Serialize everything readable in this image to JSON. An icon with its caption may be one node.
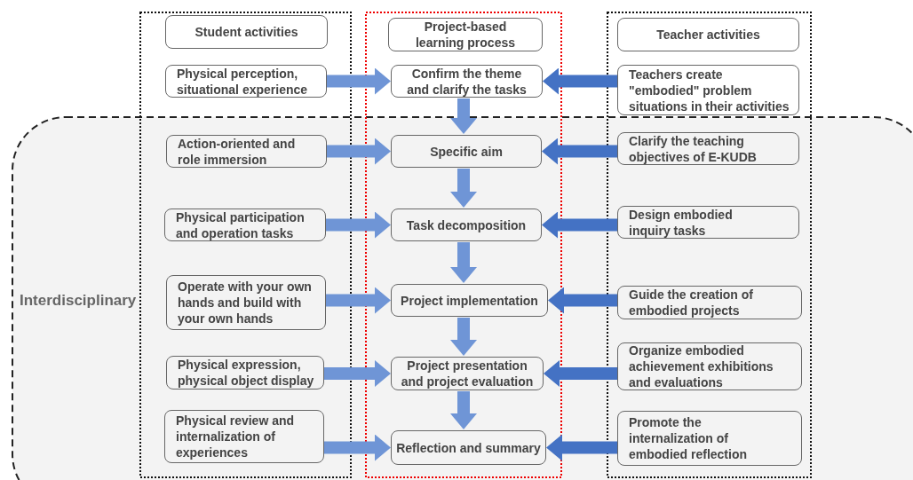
{
  "diagram": {
    "nodes": [
      {
        "text": [
          "Student activities"
        ]
      },
      {
        "text": [
          "Project-based learning process"
        ]
      },
      {
        "text": [
          "Teacher activities"
        ]
      },
      {
        "text": [
          "Physical perception, situational experience"
        ]
      },
      {
        "text": [
          "Confirm the theme and clarify the tasks"
        ]
      },
      {
        "text": [
          "Teachers create \"embodied\" problem situations in their activities"
        ]
      },
      {
        "text": [
          "Action-oriented and role immersion"
        ]
      },
      {
        "text": [
          "Specific aim"
        ]
      },
      {
        "text": [
          "Clarify the teaching objectives of E-KUDB"
        ]
      },
      {
        "text": [
          "Physical participation and operation tasks"
        ]
      },
      {
        "text": [
          "Task decomposition"
        ]
      },
      {
        "text": [
          "Design embodied inquiry tasks"
        ]
      },
      {
        "text": [
          "Operate with your own hands and build with your own hands"
        ]
      },
      {
        "text": [
          "Project implementation"
        ]
      },
      {
        "text": [
          "Guide the creation of embodied projects"
        ]
      },
      {
        "text": [
          "Physical expression, physical object display"
        ]
      },
      {
        "text": [
          "Project presentation and project evaluation"
        ]
      },
      {
        "text": [
          "Organize embodied achievement exhibitions and evaluations"
        ]
      },
      {
        "text": [
          "Physical review and internalization of experiences"
        ]
      },
      {
        "text": [
          "Reflection and summary"
        ]
      },
      {
        "text": [
          "Promote the internalization of embodied reflection"
        ]
      }
    ],
    "edges": [
      {
        "from": 3,
        "to": 4,
        "arrow": "to"
      },
      {
        "from": 5,
        "to": 4,
        "arrow": "to",
        "color": "#4472c4"
      },
      {
        "from": 4,
        "to": 7,
        "arrow": "to"
      },
      {
        "from": 6,
        "to": 7,
        "arrow": "to"
      },
      {
        "from": 8,
        "to": 7,
        "arrow": "to",
        "color": "#4472c4"
      },
      {
        "from": 7,
        "to": 10,
        "arrow": "to"
      },
      {
        "from": 9,
        "to": 10,
        "arrow": "to"
      },
      {
        "from": 11,
        "to": 10,
        "arrow": "to",
        "color": "#4472c4"
      },
      {
        "from": 10,
        "to": 13,
        "arrow": "to"
      },
      {
        "from": 12,
        "to": 13,
        "arrow": "to"
      },
      {
        "from": 14,
        "to": 13,
        "arrow": "to",
        "color": "#4472c4"
      },
      {
        "from": 13,
        "to": 16,
        "arrow": "to"
      },
      {
        "from": 15,
        "to": 16,
        "arrow": "to"
      },
      {
        "from": 17,
        "to": 16,
        "arrow": "to",
        "color": "#4472c4"
      },
      {
        "from": 16,
        "to": 19,
        "arrow": "to"
      },
      {
        "from": 18,
        "to": 19,
        "arrow": "to"
      },
      {
        "from": 20,
        "to": 19,
        "arrow": "to",
        "color": "#4472c4"
      }
    ],
    "labels": [
      "Interdisciplinary"
    ]
  }
}
